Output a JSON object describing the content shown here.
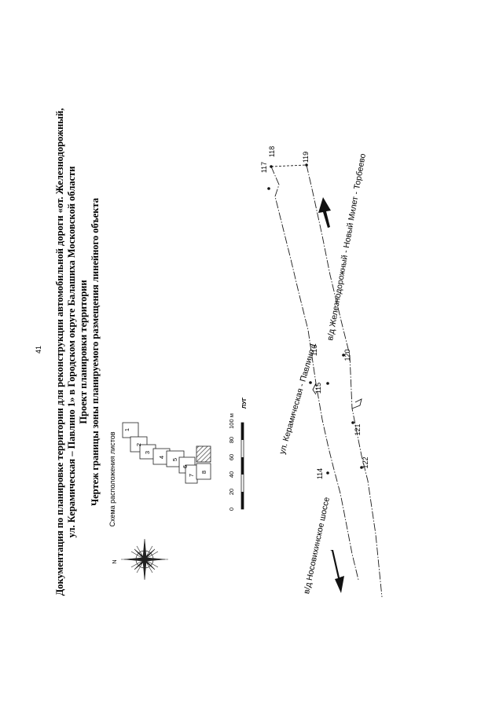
{
  "page_number": "41",
  "title": {
    "line1": "Документация по планировке территории для реконструкции автомобильной дороги «от. Железнодорожный,",
    "line2": "ул. Керамическая – Павлино 1» в Городском округе Балашиха Московской области",
    "line3": "Проект планировки территории",
    "line4": "Чертеж границы зоны планируемого размещения линейного объекта"
  },
  "scheme": {
    "title": "Схема расположения листов",
    "sheets": [
      "1",
      "2",
      "3",
      "4",
      "5",
      "6",
      "7",
      "8"
    ],
    "current_sheet": "8"
  },
  "scale_bar": {
    "ticks": [
      "0",
      "20",
      "40",
      "60",
      "80",
      "100 м"
    ]
  },
  "north_label": "N",
  "unit_marker": "ЛУГ",
  "road_labels": {
    "street": "ул. Керамическая - Павлино 1",
    "left_direction": "в/д Носовихинское шоссе",
    "right_direction": "в/д Железнодорожный - Новый Милет - Торбеево"
  },
  "points": [
    "114",
    "115",
    "116",
    "117",
    "118",
    "119",
    "120",
    "121",
    "122"
  ],
  "colors": {
    "ink": "#1a1a1a",
    "hatch": "#555555"
  }
}
